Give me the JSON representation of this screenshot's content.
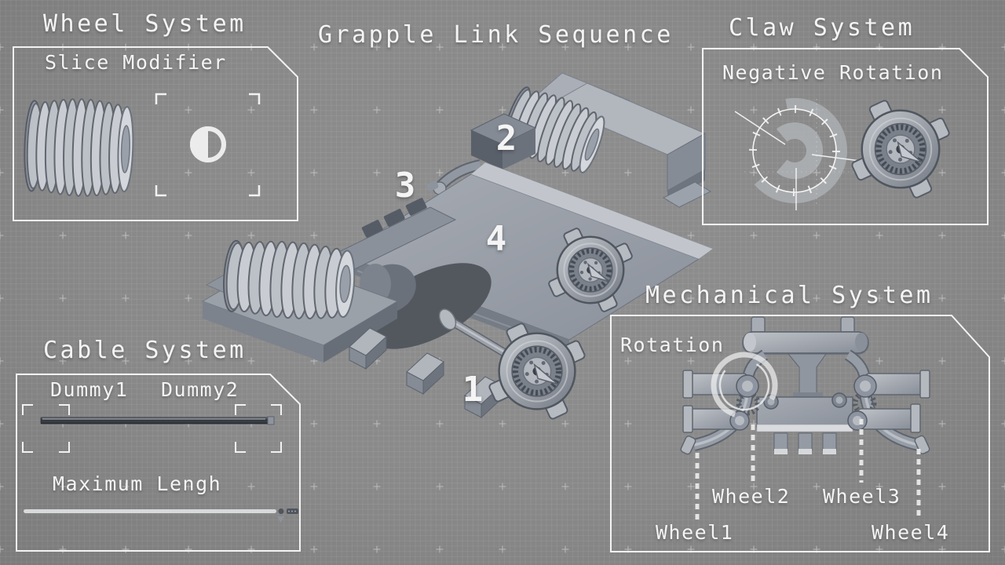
{
  "colors": {
    "background": "#898989",
    "grid_line": "#969696",
    "grid_marker": "#c9c9c9",
    "panel_border": "#f3f3f3",
    "text": "#f4f4f4",
    "model_metal": "#9aa0a8",
    "rod_dark": "#383c43",
    "slider_track": "#d7d9db"
  },
  "sequence": {
    "title": "Grapple Link Sequence",
    "steps": [
      "1",
      "2",
      "3",
      "4"
    ]
  },
  "panels": {
    "wheel": {
      "title": "Wheel System",
      "label": "Slice Modifier",
      "icons": [
        "bellows-coupling-part",
        "focus-brackets-icon",
        "contrast-half-circle-icon"
      ]
    },
    "claw": {
      "title": "Claw System",
      "label": "Negative Rotation",
      "icons": [
        "rotation-dial-gauge",
        "claw-hub-part"
      ]
    },
    "cable": {
      "title": "Cable System",
      "anchor_labels": [
        "Dummy1",
        "Dummy2"
      ],
      "icons": [
        "focus-brackets-icon",
        "cable-rod-part"
      ],
      "slider": {
        "label": "Maximum Lengh",
        "value_pct": 92
      }
    },
    "mechanical": {
      "title": "Mechanical System",
      "label": "Rotation",
      "icons": [
        "rotation-ring-gizmo",
        "axle-assembly-part"
      ],
      "wheel_labels": [
        "Wheel1",
        "Wheel2",
        "Wheel3",
        "Wheel4"
      ]
    }
  }
}
